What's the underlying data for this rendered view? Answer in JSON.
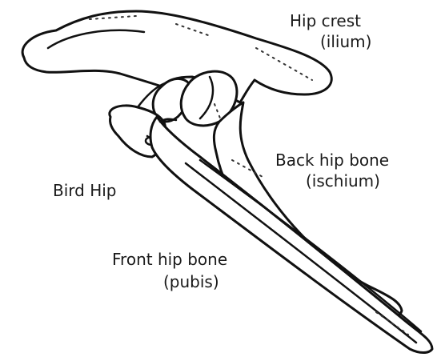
{
  "labels": {
    "ilium": {
      "line1": "Hip crest",
      "line2": "(ilium)"
    },
    "bird_hip": "Bird Hip",
    "ischium": {
      "line1": "Back hip bone",
      "line2": "(ischium)"
    },
    "pubis": {
      "line1": "Front hip bone",
      "line2": "(pubis)"
    }
  },
  "colors": {
    "ink": "#111111",
    "background": "#ffffff"
  }
}
